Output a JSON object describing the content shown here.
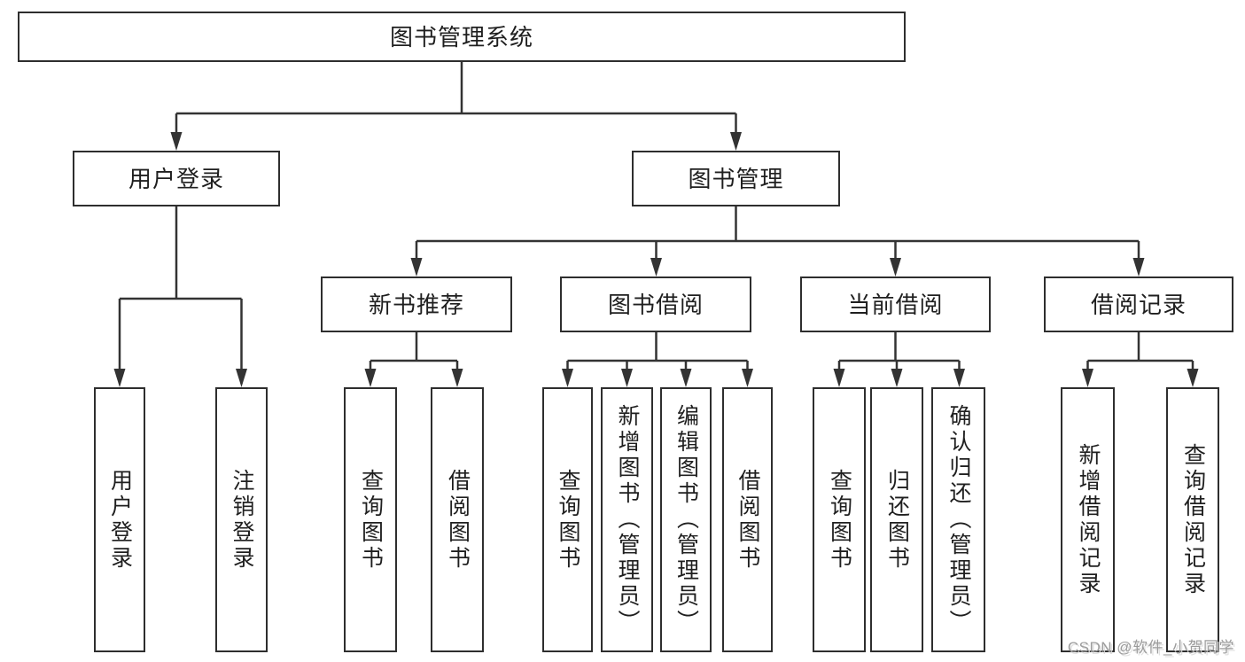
{
  "colors": {
    "line": "#333333",
    "box_border": "#2e2e2e",
    "box_fill": "#ffffff",
    "text": "#1f1f1f",
    "watermark": "#949494"
  },
  "watermark": {
    "text": "CSDN @软件_小贺同学"
  },
  "tree": {
    "label": "图书管理系统",
    "children": [
      {
        "label": "用户登录",
        "children": [
          {
            "label": "用户登录"
          },
          {
            "label": "注销登录"
          }
        ]
      },
      {
        "label": "图书管理",
        "children": [
          {
            "label": "新书推荐",
            "children": [
              {
                "label": "查询图书"
              },
              {
                "label": "借阅图书"
              }
            ]
          },
          {
            "label": "图书借阅",
            "children": [
              {
                "label": "查询图书"
              },
              {
                "label": "新增图书（管理员）"
              },
              {
                "label": "编辑图书（管理员）"
              },
              {
                "label": "借阅图书"
              }
            ]
          },
          {
            "label": "当前借阅",
            "children": [
              {
                "label": "查询图书"
              },
              {
                "label": "归还图书"
              },
              {
                "label": "确认归还（管理员）"
              }
            ]
          },
          {
            "label": "借阅记录",
            "children": [
              {
                "label": "新增借阅记录"
              },
              {
                "label": "查询借阅记录"
              }
            ]
          }
        ]
      }
    ]
  }
}
